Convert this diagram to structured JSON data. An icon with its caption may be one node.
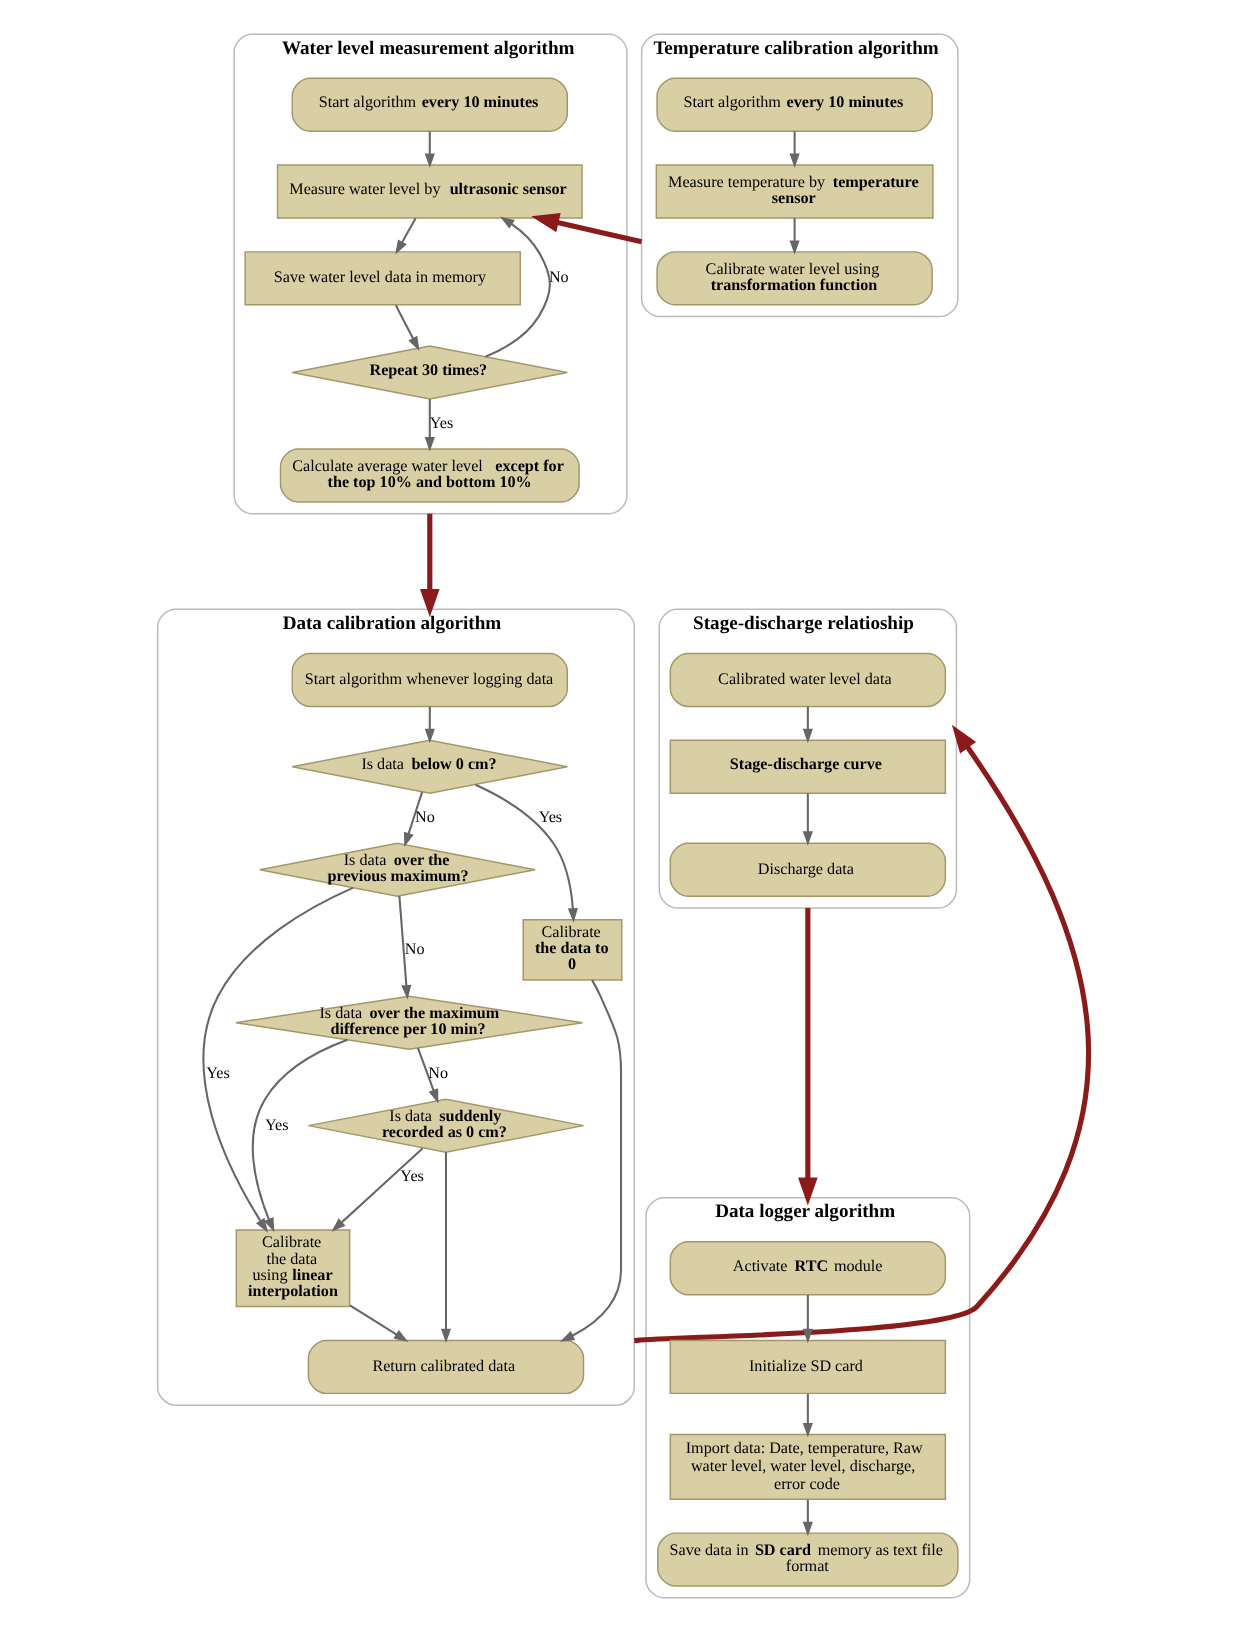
{
  "diagram": {
    "nodes": [
      {
        "text": [
          "Water level measurement algorithm"
        ]
      },
      {
        "text": [
          "Start algorithm **every 10 minutes**"
        ],
        "in": 0
      },
      {
        "text": [
          "Measure water level by **ultrasonic sensor**"
        ],
        "in": 0
      },
      {
        "text": [
          "Save water level data in memory"
        ],
        "in": 0
      },
      {
        "text": [
          "**Repeat 30 times?**"
        ],
        "in": 0
      },
      {
        "text": [
          "Calculate average water level **except for the top 10% and bottom 10%**"
        ],
        "in": 0
      },
      {
        "text": [
          "Temperature calibration algorithm"
        ]
      },
      {
        "text": [
          "Start algorithm **every 10 minutes**"
        ],
        "in": 6
      },
      {
        "text": [
          "Measure temperature by **temperature sensor**"
        ],
        "in": 6
      },
      {
        "text": [
          "Calibrate water level using **transformation function**"
        ],
        "in": 6
      },
      {
        "text": [
          "Data calibration algorithm"
        ]
      },
      {
        "text": [
          "Start algorithm whenever logging data"
        ],
        "in": 10
      },
      {
        "text": [
          "Is data **below 0 cm?**"
        ],
        "in": 10
      },
      {
        "text": [
          "Is data **over the previous maximum?**"
        ],
        "in": 10
      },
      {
        "text": [
          "Is data **over the maximum difference per 10 min?**"
        ],
        "in": 10
      },
      {
        "text": [
          "Is data **suddenly recorded as 0 cm?**"
        ],
        "in": 10
      },
      {
        "text": [
          "Calibrate **the data to 0**"
        ],
        "in": 10
      },
      {
        "text": [
          "Calibrate the data using **linear interpolation**"
        ],
        "in": 10
      },
      {
        "text": [
          "Return calibrated data"
        ],
        "in": 10
      },
      {
        "text": [
          "Stage-discharge relatioship"
        ]
      },
      {
        "text": [
          "Calibrated water level data"
        ],
        "in": 19
      },
      {
        "text": [
          "**Stage-discharge curve**"
        ],
        "in": 19
      },
      {
        "text": [
          "Discharge data"
        ],
        "in": 19
      },
      {
        "text": [
          "Data logger algorithm"
        ]
      },
      {
        "text": [
          "Activate **RTC** module"
        ],
        "in": 23
      },
      {
        "text": [
          "Initialize SD card"
        ],
        "in": 23
      },
      {
        "text": [
          "Import data: Date, temperature, Raw water level, water level, discharge, error code"
        ],
        "in": 23
      },
      {
        "text": [
          "Save data in **SD card** memory as text file format"
        ],
        "in": 23
      }
    ],
    "edges": [
      {
        "from": 1,
        "to": 2,
        "arrow": "to"
      },
      {
        "from": 2,
        "to": 3,
        "arrow": "to"
      },
      {
        "from": 3,
        "to": 4,
        "arrow": "to"
      },
      {
        "from": 4,
        "to": 2,
        "arrow": "to",
        "label": "No"
      },
      {
        "from": 4,
        "to": 5,
        "arrow": "to",
        "label": "Yes"
      },
      {
        "from": 7,
        "to": 8,
        "arrow": "to"
      },
      {
        "from": 8,
        "to": 9,
        "arrow": "to"
      },
      {
        "from": 6,
        "to": 2,
        "arrow": "to",
        "style": "thick",
        "color": "#8b1a1a"
      },
      {
        "from": 0,
        "to": 10,
        "arrow": "to",
        "style": "thick",
        "color": "#8b1a1a"
      },
      {
        "from": 11,
        "to": 12,
        "arrow": "to"
      },
      {
        "from": 12,
        "to": 16,
        "arrow": "to",
        "label": "Yes"
      },
      {
        "from": 12,
        "to": 13,
        "arrow": "to",
        "label": "No"
      },
      {
        "from": 13,
        "to": 17,
        "arrow": "to",
        "label": "Yes"
      },
      {
        "from": 13,
        "to": 14,
        "arrow": "to",
        "label": "No"
      },
      {
        "from": 14,
        "to": 17,
        "arrow": "to",
        "label": "Yes"
      },
      {
        "from": 14,
        "to": 15,
        "arrow": "to",
        "label": "No"
      },
      {
        "from": 15,
        "to": 17,
        "arrow": "to",
        "label": "Yes"
      },
      {
        "from": 16,
        "to": 18,
        "arrow": "to"
      },
      {
        "from": 17,
        "to": 18,
        "arrow": "to"
      },
      {
        "from": 15,
        "to": 18,
        "arrow": "to"
      },
      {
        "from": 10,
        "to": 19,
        "arrow": "to",
        "style": "thick",
        "color": "#8b1a1a"
      },
      {
        "from": 20,
        "to": 21,
        "arrow": "to"
      },
      {
        "from": 21,
        "to": 22,
        "arrow": "to"
      },
      {
        "from": 19,
        "to": 23,
        "arrow": "to",
        "style": "thick",
        "color": "#8b1a1a"
      },
      {
        "from": 24,
        "to": 25,
        "arrow": "to"
      },
      {
        "from": 25,
        "to": 26,
        "arrow": "to"
      },
      {
        "from": 26,
        "to": 27,
        "arrow": "to"
      }
    ]
  }
}
